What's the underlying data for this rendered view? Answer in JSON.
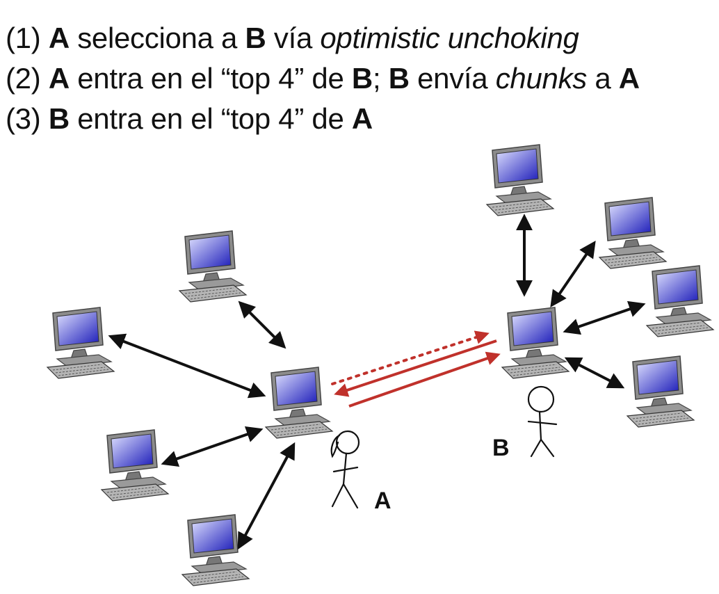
{
  "steps": [
    {
      "prefix": "(1) ",
      "parts": [
        {
          "t": "A",
          "s": "b"
        },
        {
          "t": " selecciona a "
        },
        {
          "t": "B",
          "s": "b"
        },
        {
          "t": " vía "
        },
        {
          "t": "optimistic unchoking",
          "s": "i"
        }
      ]
    },
    {
      "prefix": "(2) ",
      "parts": [
        {
          "t": "A",
          "s": "b"
        },
        {
          "t": " entra en el “top 4” de "
        },
        {
          "t": "B",
          "s": "b"
        },
        {
          "t": "; "
        },
        {
          "t": "B",
          "s": "b"
        },
        {
          "t": " envía "
        },
        {
          "t": "chunks",
          "s": "i"
        },
        {
          "t": " a "
        },
        {
          "t": "A",
          "s": "b"
        }
      ]
    },
    {
      "prefix": "(3) ",
      "parts": [
        {
          "t": "B",
          "s": "b"
        },
        {
          "t": " entra en el “top 4” de "
        },
        {
          "t": "A",
          "s": "b"
        }
      ]
    }
  ],
  "peers": {
    "a_label": "A",
    "b_label": "B"
  },
  "colors": {
    "link": "#111111",
    "exchange": "#c0312b",
    "screen_top": "#dfe1ff",
    "screen_bottom": "#1a1ab8",
    "case": "#9a9a9a"
  }
}
